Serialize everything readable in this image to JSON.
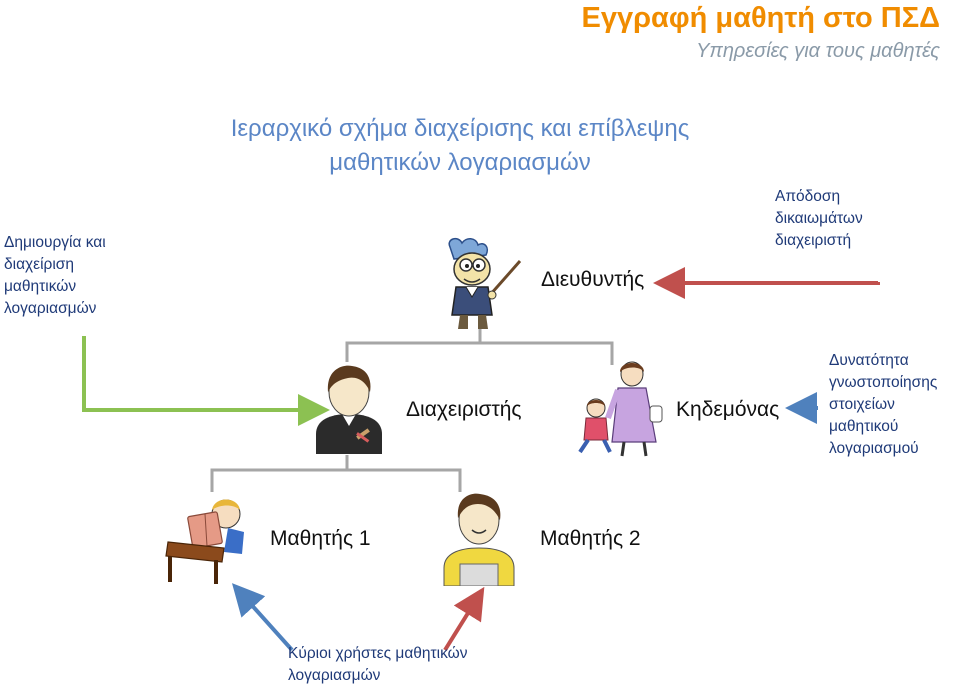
{
  "header": {
    "title": "Εγγραφή μαθητή στο ΠΣΔ",
    "subtitle": "Υπηρεσίες για τους μαθητές"
  },
  "diagram": {
    "title_line1": "Ιεραρχικό σχήμα διαχείρισης και επίβλεψης",
    "title_line2": "μαθητικών λογαριασμών"
  },
  "notes": {
    "left": [
      "Δημιουργία και",
      "διαχείριση",
      "μαθητικών",
      "λογαριασμών"
    ],
    "admin_rights": [
      "Απόδοση",
      "δικαιωμάτων",
      "διαχειριστή"
    ],
    "guardian_notify": [
      "Δυνατότητα",
      "γνωστοποίησης",
      "στοιχείων",
      "μαθητικού",
      "λογαριασμού"
    ],
    "main_users": [
      "Κύριοι χρήστες μαθητικών",
      "λογαριασμών"
    ]
  },
  "roles": {
    "principal": "Διευθυντής",
    "administrator": "Διαχειριστής",
    "guardian": "Κηδεμόνας",
    "student1": "Μαθητής 1",
    "student2": "Μαθητής 2"
  },
  "colors": {
    "title_orange": "#f08c00",
    "subtitle_gray": "#8a9aa8",
    "diagram_title_blue": "#5b86c6",
    "note_blue": "#1f3a78",
    "tree_gray": "#a6a6a6",
    "arrow_red": "#c0504d",
    "arrow_blue": "#4f81bd",
    "arrow_green": "#8cc152"
  }
}
